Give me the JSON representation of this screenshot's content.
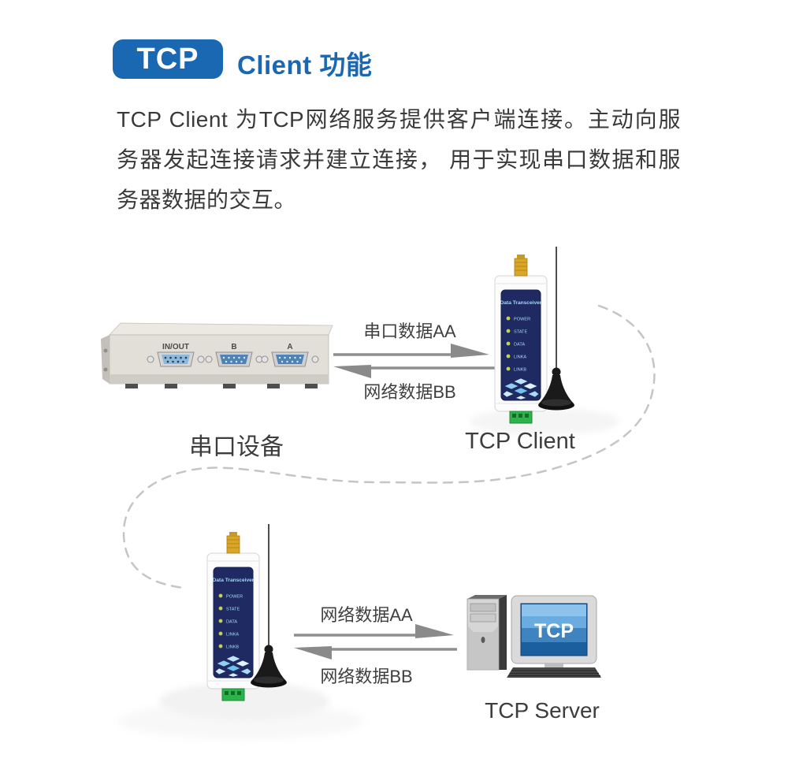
{
  "header": {
    "badge": "TCP",
    "title": "Client 功能"
  },
  "description": "TCP Client 为TCP网络服务提供客户端连接。主动向服务器发起连接请求并建立连接， 用于实现串口数据和服务器数据的交互。",
  "diagram_top": {
    "serial_device_label": "串口设备",
    "client_label": "TCP Client",
    "arrow_right_label": "串口数据AA",
    "arrow_left_label": "网络数据BB",
    "serial_ports": [
      "IN/OUT",
      "B",
      "A"
    ]
  },
  "diagram_bottom": {
    "arrow_right_label": "网络数据AA",
    "arrow_left_label": "网络数据BB",
    "server_label": "TCP Server",
    "monitor_screen_text": "TCP"
  },
  "transceiver": {
    "panel_title": "Data Transceiver",
    "leds": [
      "POWER",
      "STATE",
      "DATA",
      "LINKA",
      "LINKB"
    ]
  },
  "colors": {
    "accent": "#1a67b2",
    "panel_navy": "#1f2a63",
    "panel_text": "#9fd8ef",
    "led_yellow": "#c9cf52",
    "terminal_green": "#2fb24c",
    "screen_blue": "#2e6fae",
    "arrow_gray": "#8a8a8a",
    "dash_gray": "#c5c5c5",
    "text_dark": "#3a3a3a"
  }
}
